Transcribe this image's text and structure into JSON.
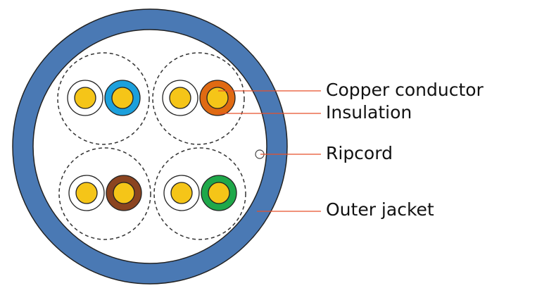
{
  "labels": {
    "copper_conductor": "Copper conductor",
    "insulation": "Insulation",
    "ripcord": "Ripcord",
    "outer_jacket": "Outer jacket"
  },
  "colors": {
    "jacket": "#4a79b4",
    "conductor": "#f5c518",
    "leader_line": "#e8502a",
    "pairs": [
      "#1ca0dc",
      "#e06a12",
      "#8b4420",
      "#1fa84a"
    ],
    "pair_partner": "#ffffff"
  }
}
